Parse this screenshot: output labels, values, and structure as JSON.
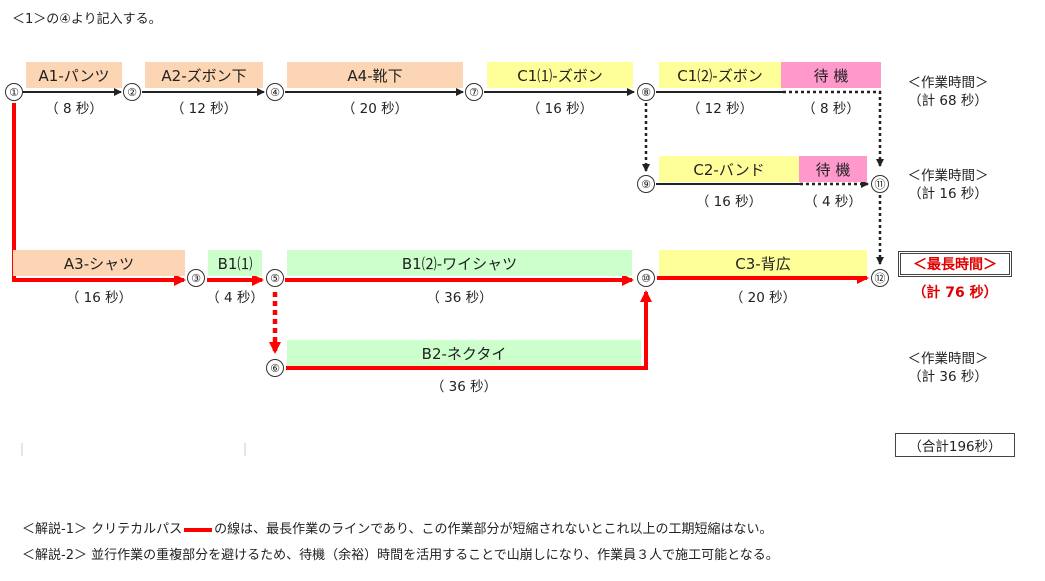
{
  "heading": "＜1＞の④より記入する。",
  "colors": {
    "orange": "#fcd5b4",
    "yellow": "#ffff99",
    "green": "#ccffcc",
    "pink": "#ff99cc",
    "critical": "#ff0000"
  },
  "tasks": {
    "a1": {
      "label": "A1-パンツ",
      "duration": "（ 8 秒）"
    },
    "a2": {
      "label": "A2-ズボン下",
      "duration": "（ 12 秒）"
    },
    "a4": {
      "label": "A4-靴下",
      "duration": "（ 20 秒）"
    },
    "c1_1": {
      "label": "C1⑴-ズボン",
      "duration": "（ 16 秒）"
    },
    "c1_2": {
      "label": "C1⑵-ズボン",
      "duration": "（ 12 秒）"
    },
    "wait1": {
      "label": "待 機",
      "duration": "（ 8 秒）"
    },
    "c2": {
      "label": "C2-バンド",
      "duration": "（ 16 秒）"
    },
    "wait2": {
      "label": "待 機",
      "duration": "（ 4 秒）"
    },
    "a3": {
      "label": "A3-シャツ",
      "duration": "（ 16 秒）"
    },
    "b1_1": {
      "label": "B1⑴",
      "duration": "（ 4 秒）"
    },
    "b1_2": {
      "label": "B1⑵-ワイシャツ",
      "duration": "（ 36 秒）"
    },
    "c3": {
      "label": "C3-背広",
      "duration": "（ 20 秒）"
    },
    "b2": {
      "label": "B2-ネクタイ",
      "duration": "（ 36 秒）"
    }
  },
  "nodes": [
    "①",
    "②",
    "③",
    "④",
    "⑤",
    "⑥",
    "⑦",
    "⑧",
    "⑨",
    "⑩",
    "⑪",
    "⑫"
  ],
  "summaries": {
    "row1": {
      "line1": "＜作業時間＞",
      "line2": "（計 68 秒）"
    },
    "row2": {
      "line1": "＜作業時間＞",
      "line2": "（計 16 秒）"
    },
    "critical_title": "＜最長時間＞",
    "critical_total": "（計 76 秒）",
    "row4": {
      "line1": "＜作業時間＞",
      "line2": "（計 36 秒）"
    },
    "grand_total": "（合計196秒）"
  },
  "notes": {
    "note1_prefix": "＜解説-1＞ クリテカルパス",
    "note1_suffix": "の線は、最長作業のラインであり、この作業部分が短縮されないとこれ以上の工期短縮はない。",
    "note2": "＜解説-2＞ 並行作業の重複部分を避けるため、待機（余裕）時間を活用することで山崩しになり、作業員３人で施工可能となる。"
  }
}
